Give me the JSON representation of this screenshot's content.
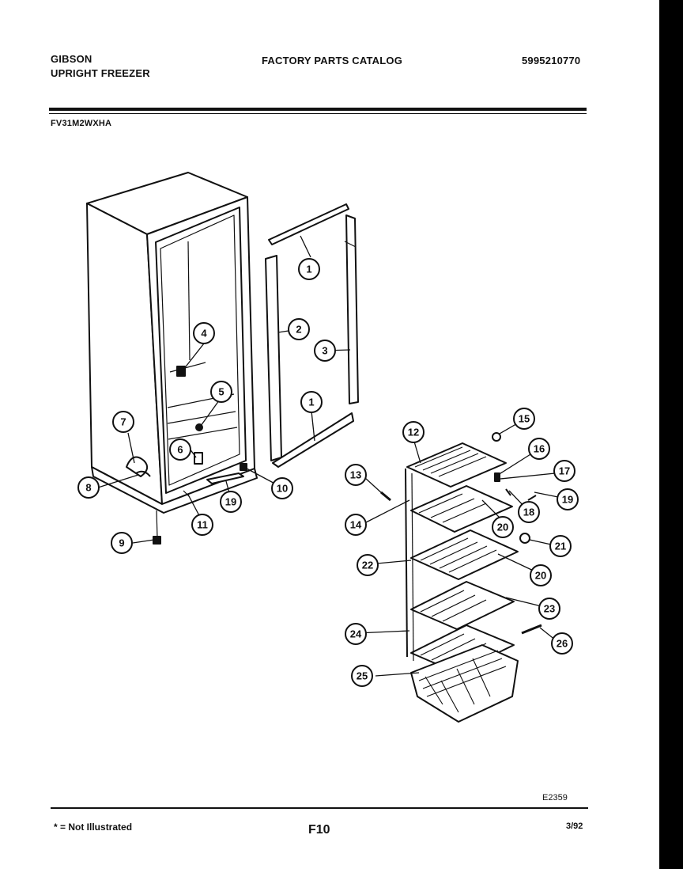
{
  "header": {
    "brand": "GIBSON",
    "product": "UPRIGHT FREEZER",
    "catalog_title": "FACTORY PARTS CATALOG",
    "catalog_number": "5995210770",
    "model": "FV31M2WXHA"
  },
  "footer": {
    "legend_mark": "*",
    "legend_text": "= Not Illustrated",
    "page_code": "F10",
    "date": "3/92",
    "diagram_code": "E2359"
  },
  "callouts": [
    "1",
    "1",
    "2",
    "3",
    "4",
    "5",
    "6",
    "7",
    "8",
    "9",
    "10",
    "11",
    "19",
    "12",
    "13",
    "14",
    "15",
    "16",
    "17",
    "18",
    "19",
    "20",
    "21",
    "22",
    "20",
    "23",
    "24",
    "25",
    "26"
  ],
  "colors": {
    "ink": "#111111",
    "paper": "#ffffff",
    "border": "#000000"
  }
}
